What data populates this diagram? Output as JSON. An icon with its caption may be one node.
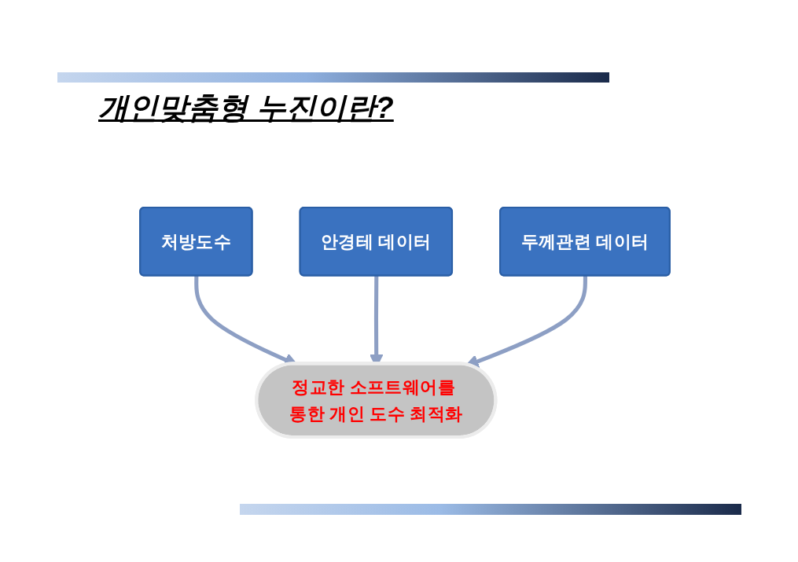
{
  "diagram": {
    "title": "개인맞춤형 누진이란?",
    "nodes": [
      {
        "text": [
          "처방도수"
        ]
      },
      {
        "text": [
          "안경테 데이터"
        ]
      },
      {
        "text": [
          "두께관련 데이터"
        ]
      },
      {
        "text": [
          "정교한 소프트웨어를 통한 개인 도수 최적화"
        ]
      }
    ],
    "edges": [
      {
        "from": 0,
        "to": 3,
        "arrow": "to"
      },
      {
        "from": 1,
        "to": 3,
        "arrow": "to"
      },
      {
        "from": 2,
        "to": 3,
        "arrow": "to"
      }
    ]
  }
}
